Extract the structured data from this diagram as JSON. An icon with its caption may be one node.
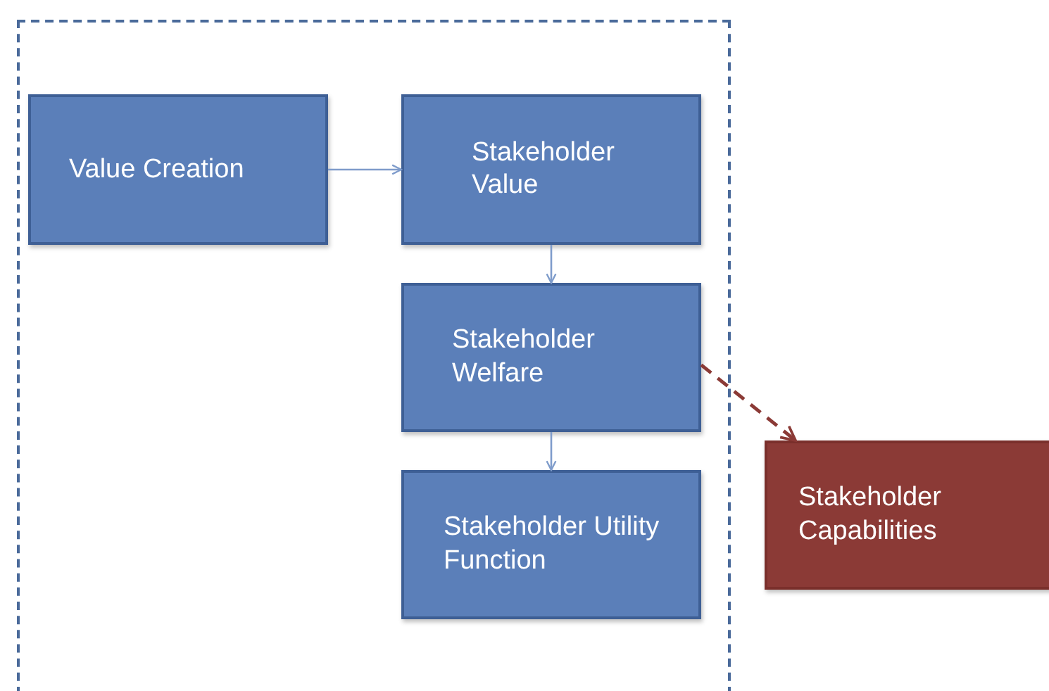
{
  "diagram": {
    "nodes": [
      {
        "text": [],
        "shape": "box"
      },
      {
        "text": [
          "Value Creation"
        ],
        "in": 0
      },
      {
        "text": [
          "Stakeholder Value"
        ],
        "in": 0
      },
      {
        "text": [
          "Stakeholder Welfare"
        ],
        "in": 0
      },
      {
        "text": [
          "Stakeholder Utility Function"
        ],
        "in": 0
      },
      {
        "text": [
          "Stakeholder Capabilities"
        ]
      }
    ],
    "edges": [
      {
        "from": 1,
        "to": 2,
        "arrow": "to"
      },
      {
        "from": 2,
        "to": 3,
        "arrow": "to"
      },
      {
        "from": 3,
        "to": 4,
        "arrow": "to"
      },
      {
        "from": 3,
        "to": 5,
        "arrow": "to",
        "style": "dashed",
        "color": "#8b3a36"
      }
    ]
  }
}
